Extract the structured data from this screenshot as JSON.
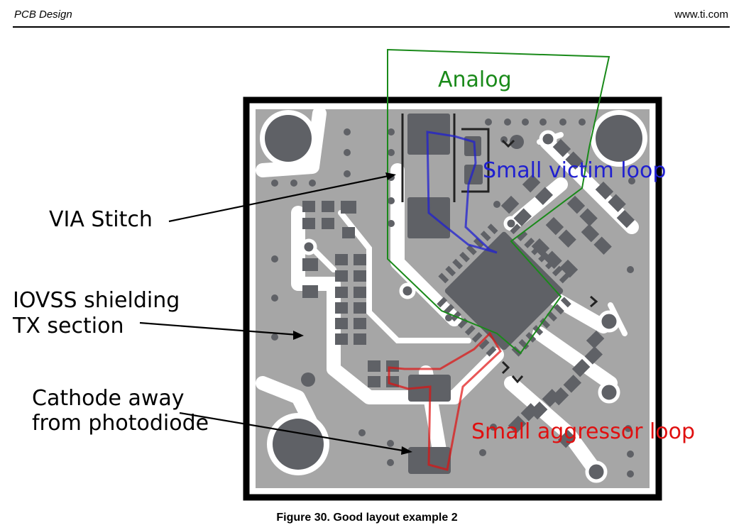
{
  "header": {
    "section": "PCB Design",
    "site": "www.ti.com"
  },
  "labels": {
    "analog": "Analog",
    "victim": "Small victim loop",
    "via_stitch": "VIA Stitch",
    "iovss_line1": "IOVSS shielding",
    "iovss_line2": "TX section",
    "cathode_line1": "Cathode away",
    "cathode_line2": "from photodiode",
    "aggressor": "Small aggressor loop"
  },
  "caption": "Figure 30. Good layout example 2",
  "colors": {
    "analog": "#1a8a1a",
    "victim": "#2020d0",
    "aggressor": "#e01010",
    "board_fill": "#a6a6a6",
    "pad": "#5f6166",
    "frame": "#000000"
  }
}
